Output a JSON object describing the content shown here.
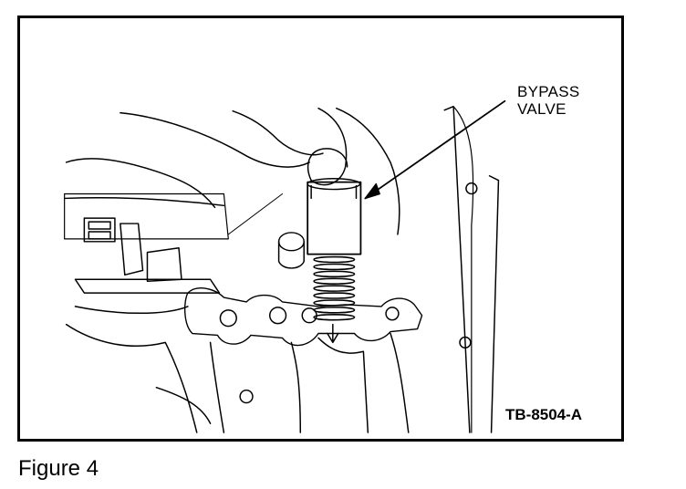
{
  "figure": {
    "caption": "Figure 4",
    "callout_line1": "BYPASS",
    "callout_line2": "VALVE",
    "code": "TB-8504-A",
    "icon": "bypass-valve-illustration",
    "colors": {
      "ink": "#000000",
      "paper": "#ffffff"
    }
  }
}
